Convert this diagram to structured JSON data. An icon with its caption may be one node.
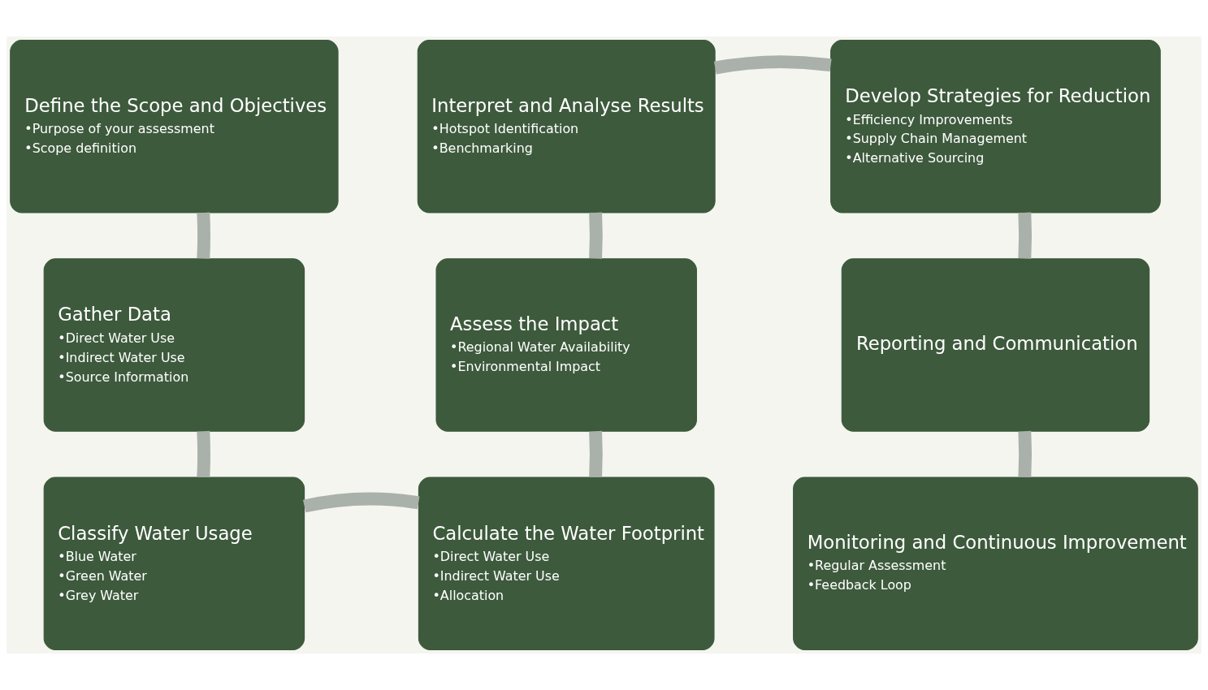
{
  "diagram": {
    "nodes": [
      {
        "text": [
          "Define the Scope and Objectives",
          "•Purpose of your assessment",
          "•Scope definition"
        ]
      },
      {
        "text": [
          "Gather Data",
          "•Direct Water Use",
          "•Indirect Water Use",
          "•Source Information"
        ]
      },
      {
        "text": [
          "Classify Water Usage",
          "•Blue Water",
          "•Green Water",
          "•Grey Water"
        ]
      },
      {
        "text": [
          "Calculate the Water Footprint",
          "•Direct Water Use",
          "•Indirect Water Use",
          "•Allocation"
        ]
      },
      {
        "text": [
          "Assess the Impact",
          "•Regional Water Availability",
          "•Environmental Impact"
        ]
      },
      {
        "text": [
          "Interpret and Analyse Results",
          "•Hotspot Identification",
          "•Benchmarking"
        ]
      },
      {
        "text": [
          "Develop Strategies for Reduction",
          "•Efficiency Improvements",
          "•Supply Chain Management",
          "•Alternative Sourcing"
        ]
      },
      {
        "text": [
          "Reporting and Communication"
        ]
      },
      {
        "text": [
          "Monitoring and Continuous Improvement",
          "•Regular Assessment",
          "•Feedback Loop"
        ]
      }
    ],
    "edges": [
      {
        "from": 0,
        "to": 1,
        "arrow": "none"
      },
      {
        "from": 1,
        "to": 2,
        "arrow": "none"
      },
      {
        "from": 2,
        "to": 3,
        "arrow": "none"
      },
      {
        "from": 3,
        "to": 4,
        "arrow": "none"
      },
      {
        "from": 4,
        "to": 5,
        "arrow": "none"
      },
      {
        "from": 5,
        "to": 6,
        "arrow": "none"
      },
      {
        "from": 6,
        "to": 7,
        "arrow": "none"
      },
      {
        "from": 7,
        "to": 8,
        "arrow": "none"
      }
    ]
  }
}
